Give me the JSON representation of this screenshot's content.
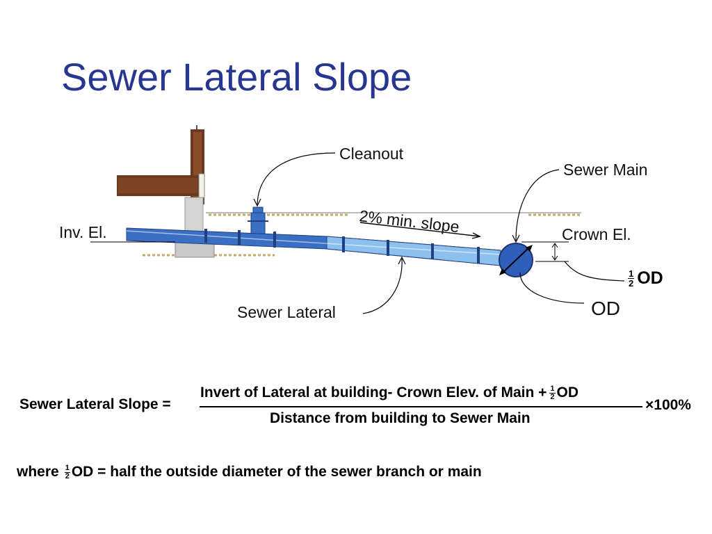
{
  "slide": {
    "title": "Sewer Lateral Slope"
  },
  "diagram": {
    "labels": {
      "cleanout": "Cleanout",
      "sewer_main": "Sewer Main",
      "inv_el": "Inv. El.",
      "crown_el": "Crown El.",
      "slope": "2% min. slope",
      "sewer_lateral": "Sewer Lateral",
      "od": "OD"
    },
    "half_od": {
      "numerator": "1",
      "denominator": "2",
      "text": "OD"
    },
    "colors": {
      "pipe_dark": "#3a6fc4",
      "pipe_light": "#8ec0ee",
      "main_pipe": "#2f5fb8",
      "wood": "#6b3a1e",
      "concrete": "#d4d4d4",
      "soil": "#c8a86a"
    }
  },
  "formula": {
    "lhs": "Sewer Lateral Slope =",
    "numerator_text": "Invert of Lateral at building- Crown Elev. of Main +",
    "numerator_frac_num": "1",
    "numerator_frac_den": "2",
    "numerator_suffix": "OD",
    "denominator": "Distance from building to Sewer Main",
    "multiplier": "×100%"
  },
  "note": {
    "prefix": "where",
    "frac_num": "1",
    "frac_den": "2",
    "text": "OD = half the outside diameter of the sewer branch or main"
  }
}
